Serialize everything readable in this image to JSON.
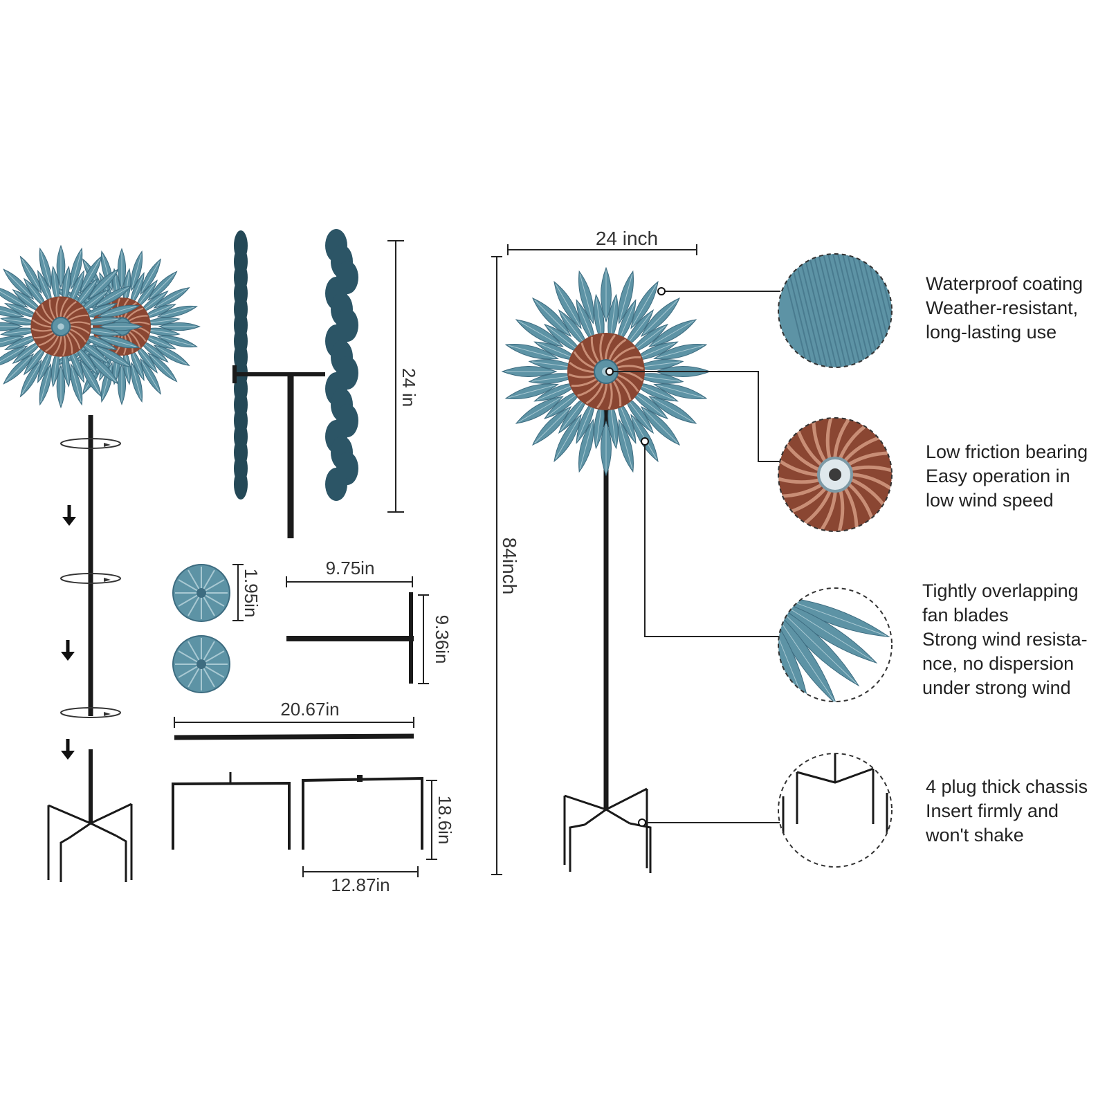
{
  "colors": {
    "blade": "#5d93a5",
    "blade_dark": "#3d6c80",
    "blade_vein": "#a9c9d3",
    "copper": "#8a4632",
    "copper_light": "#c98e76",
    "metal": "#1a1a1a",
    "line": "#222222",
    "background": "#ffffff"
  },
  "dimensions": {
    "side_height": "24 in",
    "cap_size": "1.95in",
    "t_bar_width": "9.75in",
    "t_bar_height": "9.36in",
    "pole_length": "20.67in",
    "base_height": "18.6in",
    "base_width": "12.87in",
    "spinner_width": "24 inch",
    "total_height": "84inch"
  },
  "features": [
    {
      "icon": "waterproof-texture-icon",
      "lines": [
        "Waterproof coating",
        "Weather-resistant,",
        "long-lasting use"
      ]
    },
    {
      "icon": "bearing-icon",
      "lines": [
        "Low friction bearing",
        "Easy operation in",
        "low wind speed"
      ]
    },
    {
      "icon": "fan-blade-icon",
      "lines": [
        "Tightly overlapping",
        "fan blades",
        "Strong wind resista-",
        "nce, no dispersion",
        "under strong wind"
      ]
    },
    {
      "icon": "chassis-icon",
      "lines": [
        "4 plug thick chassis",
        "Insert firmly and",
        "won't shake"
      ]
    }
  ]
}
